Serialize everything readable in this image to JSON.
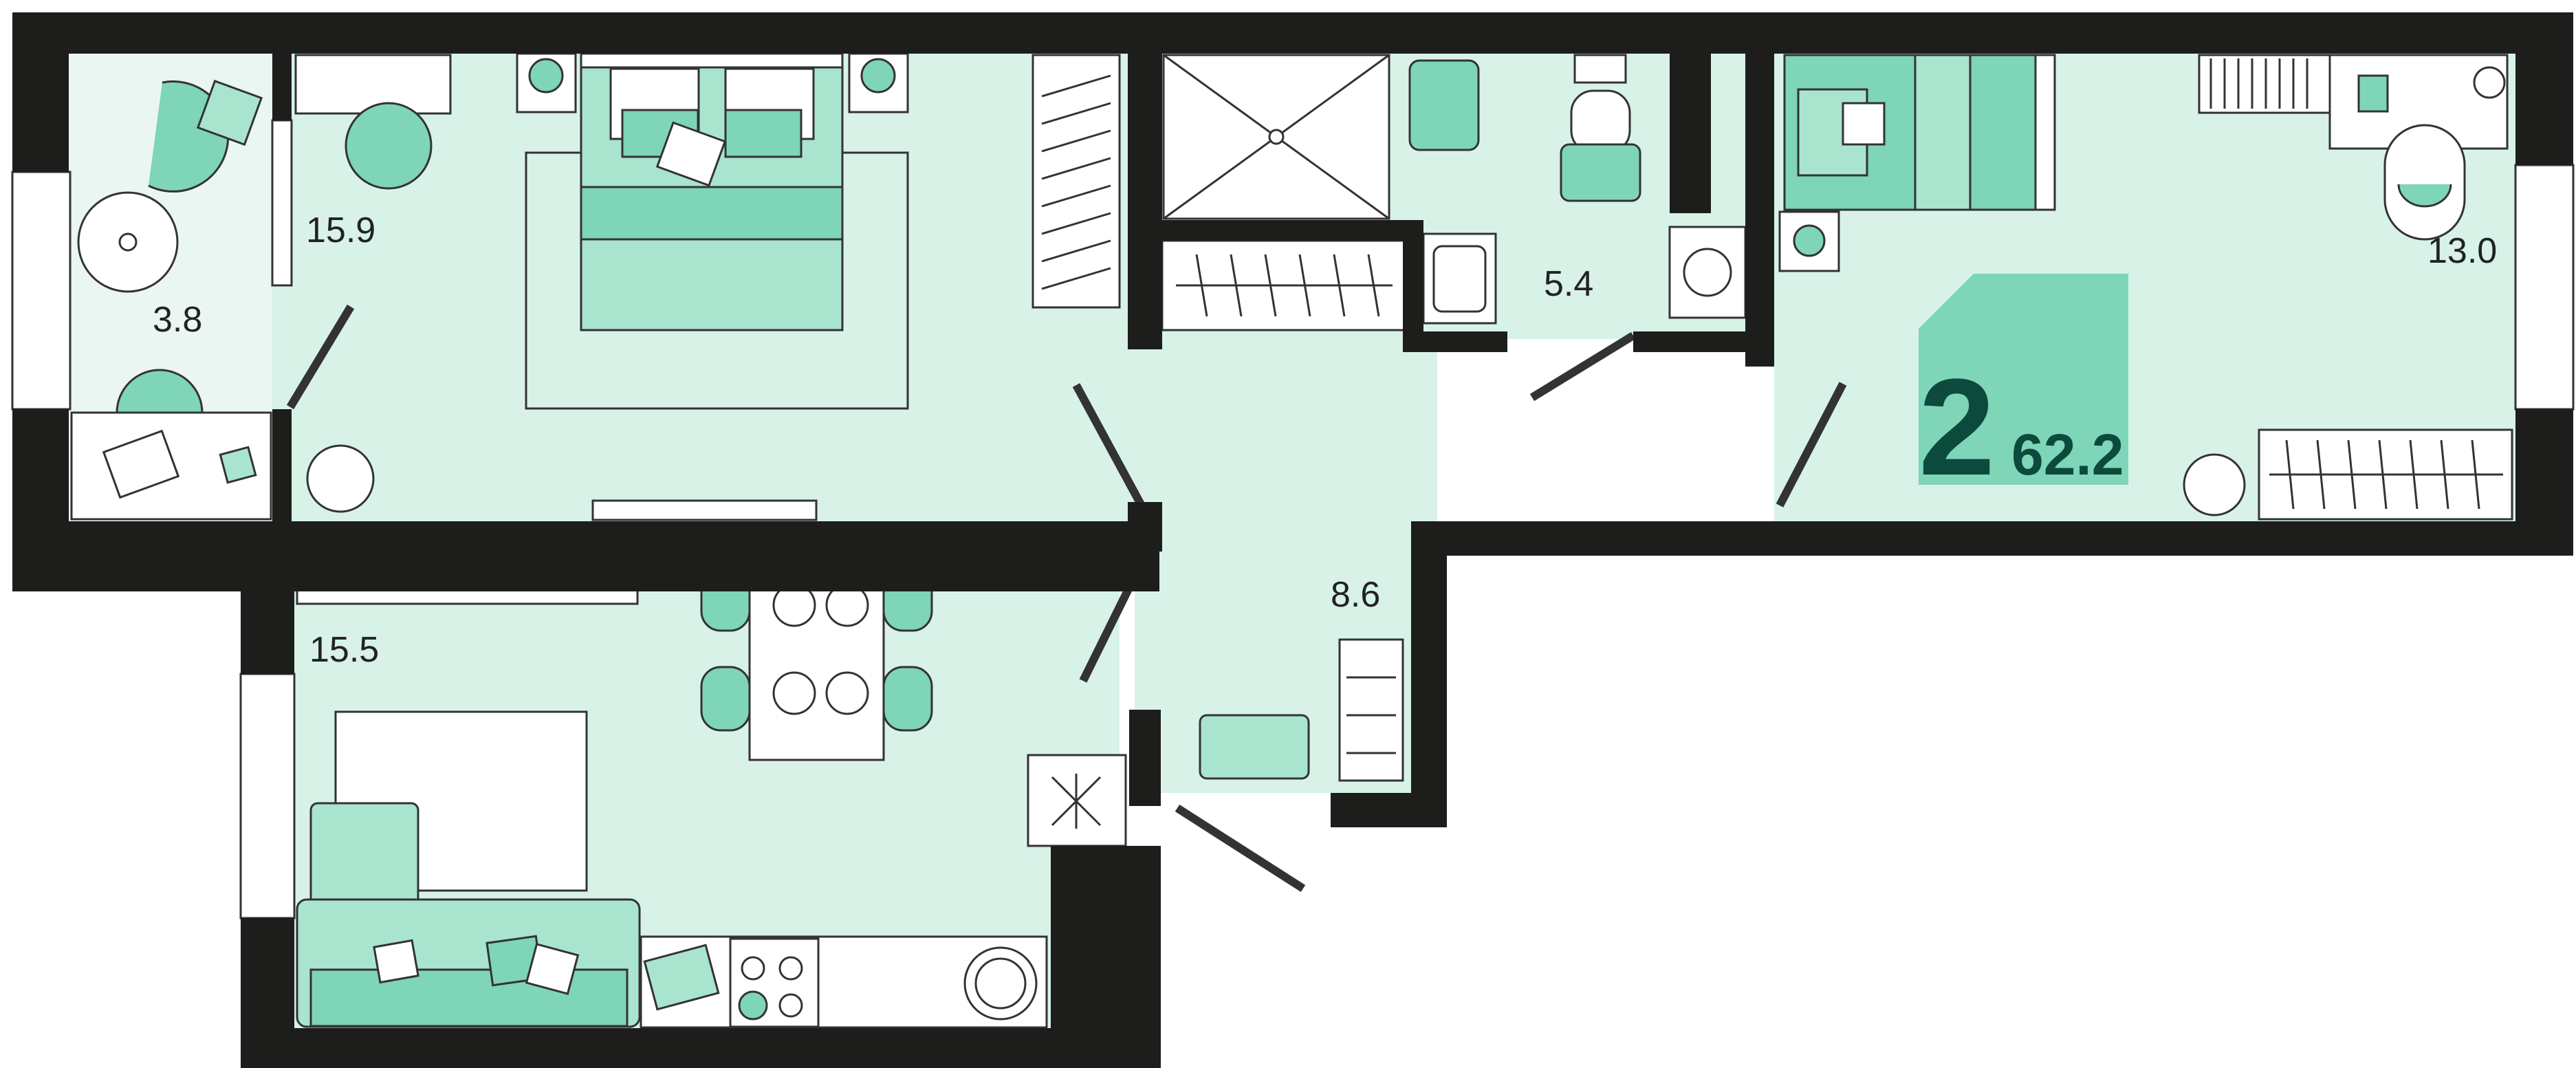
{
  "colors": {
    "wall": "#1d1d1b",
    "floor": "#d8f2e8",
    "balcony_floor": "#eaf6f1",
    "furniture": "#7ed5b8",
    "furniture_light": "#a9e4cf",
    "badge_bg": "#7ed5b8",
    "badge_text": "#0b4a3c"
  },
  "rooms": [
    {
      "id": "balcony",
      "area": "3.8"
    },
    {
      "id": "bedroom",
      "area": "15.9"
    },
    {
      "id": "bathroom",
      "area": "5.4"
    },
    {
      "id": "second-bedroom",
      "area": "13.0"
    },
    {
      "id": "hallway",
      "area": "8.6"
    },
    {
      "id": "kitchen-living",
      "area": "15.5"
    }
  ],
  "badge": {
    "rooms": "2",
    "total_area": "62.2"
  }
}
